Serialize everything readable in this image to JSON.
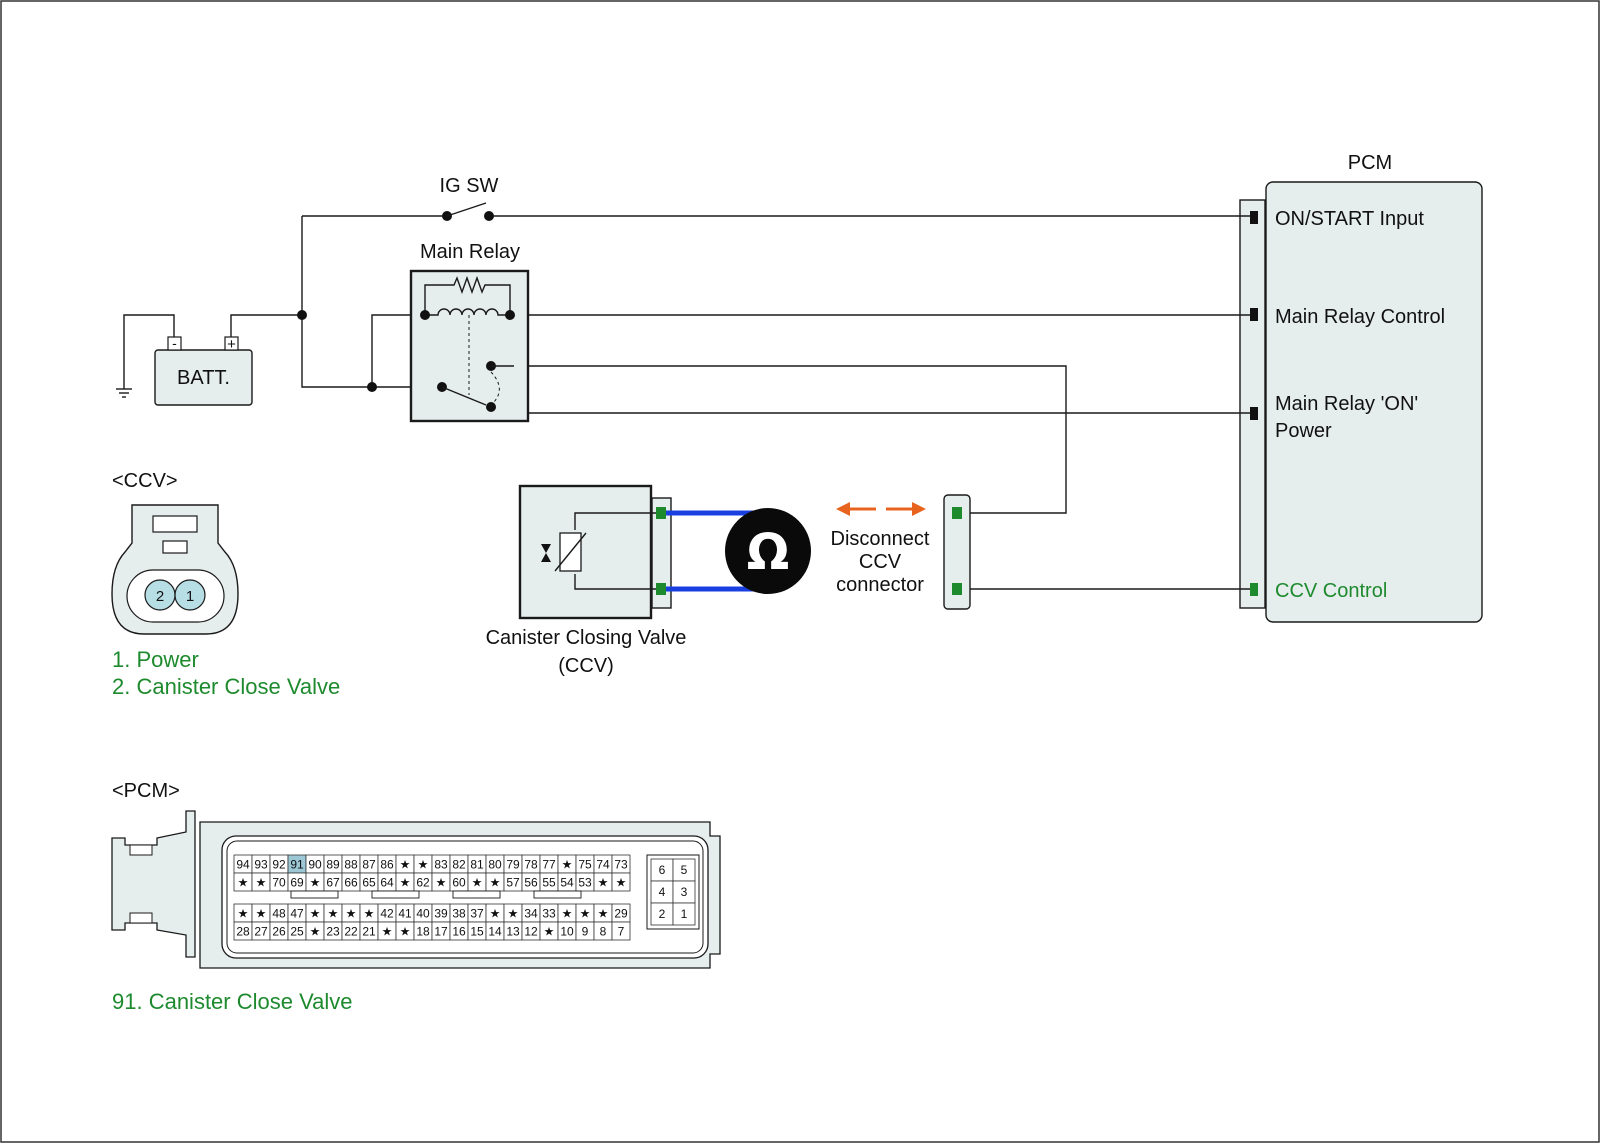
{
  "labels": {
    "pcm_title": "PCM",
    "ig_sw": "IG SW",
    "main_relay": "Main Relay",
    "battery": "BATT.",
    "batt_neg": "-",
    "batt_pos": "+",
    "ccv_title": "<CCV>",
    "pcm_conn_title": "<PCM>",
    "valve_name_1": "Canister Closing Valve",
    "valve_name_2": "(CCV)",
    "disconnect_1": "Disconnect",
    "disconnect_2": "CCV",
    "disconnect_3": "connector",
    "ohm_symbol": "Ω"
  },
  "pcm_pins": {
    "on_start": "ON/START Input",
    "relay_control": "Main Relay Control",
    "relay_on_power_1": "Main Relay 'ON'",
    "relay_on_power_2": "Power",
    "ccv_control": "CCV Control"
  },
  "ccv_connector": {
    "pins": [
      "2",
      "1"
    ],
    "legend": [
      "1. Power",
      "2. Canister Close Valve"
    ]
  },
  "pcm_connector": {
    "main_rows": [
      [
        "94",
        "93",
        "92",
        "91",
        "90",
        "89",
        "88",
        "87",
        "86",
        "★",
        "★",
        "83",
        "82",
        "81",
        "80",
        "79",
        "78",
        "77",
        "★",
        "75",
        "74",
        "73"
      ],
      [
        "★",
        "★",
        "70",
        "69",
        "★",
        "67",
        "66",
        "65",
        "64",
        "★",
        "62",
        "★",
        "60",
        "★",
        "★",
        "57",
        "56",
        "55",
        "54",
        "53",
        "★",
        "★"
      ],
      [
        "★",
        "★",
        "48",
        "47",
        "★",
        "★",
        "★",
        "★",
        "42",
        "41",
        "40",
        "39",
        "38",
        "37",
        "★",
        "★",
        "34",
        "33",
        "★",
        "★",
        "★",
        "29"
      ],
      [
        "28",
        "27",
        "26",
        "25",
        "★",
        "23",
        "22",
        "21",
        "★",
        "★",
        "18",
        "17",
        "16",
        "15",
        "14",
        "13",
        "12",
        "★",
        "10",
        "9",
        "8",
        "7"
      ]
    ],
    "small_rows": [
      [
        "6",
        "5"
      ],
      [
        "4",
        "3"
      ],
      [
        "2",
        "1"
      ]
    ],
    "highlight_pin": "91",
    "legend": "91. Canister Close Valve"
  },
  "colors": {
    "accent_green": "#1e8a2e",
    "probe_blue": "#1a3fe0",
    "arrow_orange": "#e8641e",
    "highlight": "#9cc8d6"
  }
}
